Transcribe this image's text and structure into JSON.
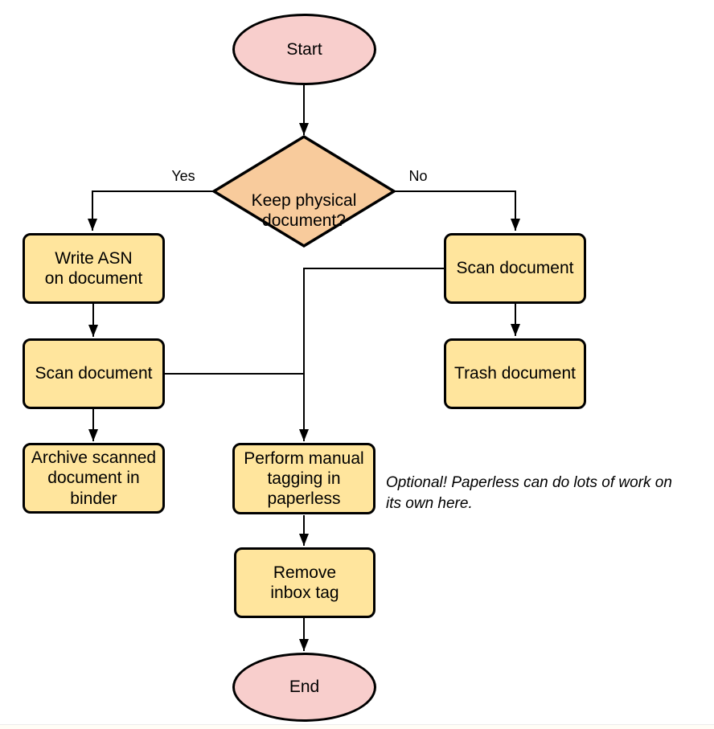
{
  "diagram": {
    "colors": {
      "canvas_bg": "#ffffff",
      "terminator_fill": "#f8cecc",
      "decision_fill": "#f8cb9c",
      "process_fill": "#ffe59d",
      "shape_stroke": "#000000",
      "wire_color": "#000000",
      "text_color": "#000000",
      "bottom_edge_line": "#ececec"
    },
    "nodes": {
      "start": {
        "type": "terminator",
        "label": "Start"
      },
      "decision": {
        "type": "decision",
        "label": "Keep physical\ndocument?"
      },
      "write_asn": {
        "type": "process",
        "label": "Write ASN\non document"
      },
      "scan_left": {
        "type": "process",
        "label": "Scan document"
      },
      "archive": {
        "type": "process",
        "label": "Archive scanned\ndocument in\nbinder"
      },
      "scan_right": {
        "type": "process",
        "label": "Scan document"
      },
      "trash": {
        "type": "process",
        "label": "Trash document"
      },
      "tagging": {
        "type": "process",
        "label": "Perform manual\ntagging in\npaperless"
      },
      "remove": {
        "type": "process",
        "label": "Remove\ninbox tag"
      },
      "end": {
        "type": "terminator",
        "label": "End"
      }
    },
    "edge_labels": {
      "yes": "Yes",
      "no": "No"
    },
    "annotation": "Optional! Paperless can do lots of work on\nits own here."
  }
}
